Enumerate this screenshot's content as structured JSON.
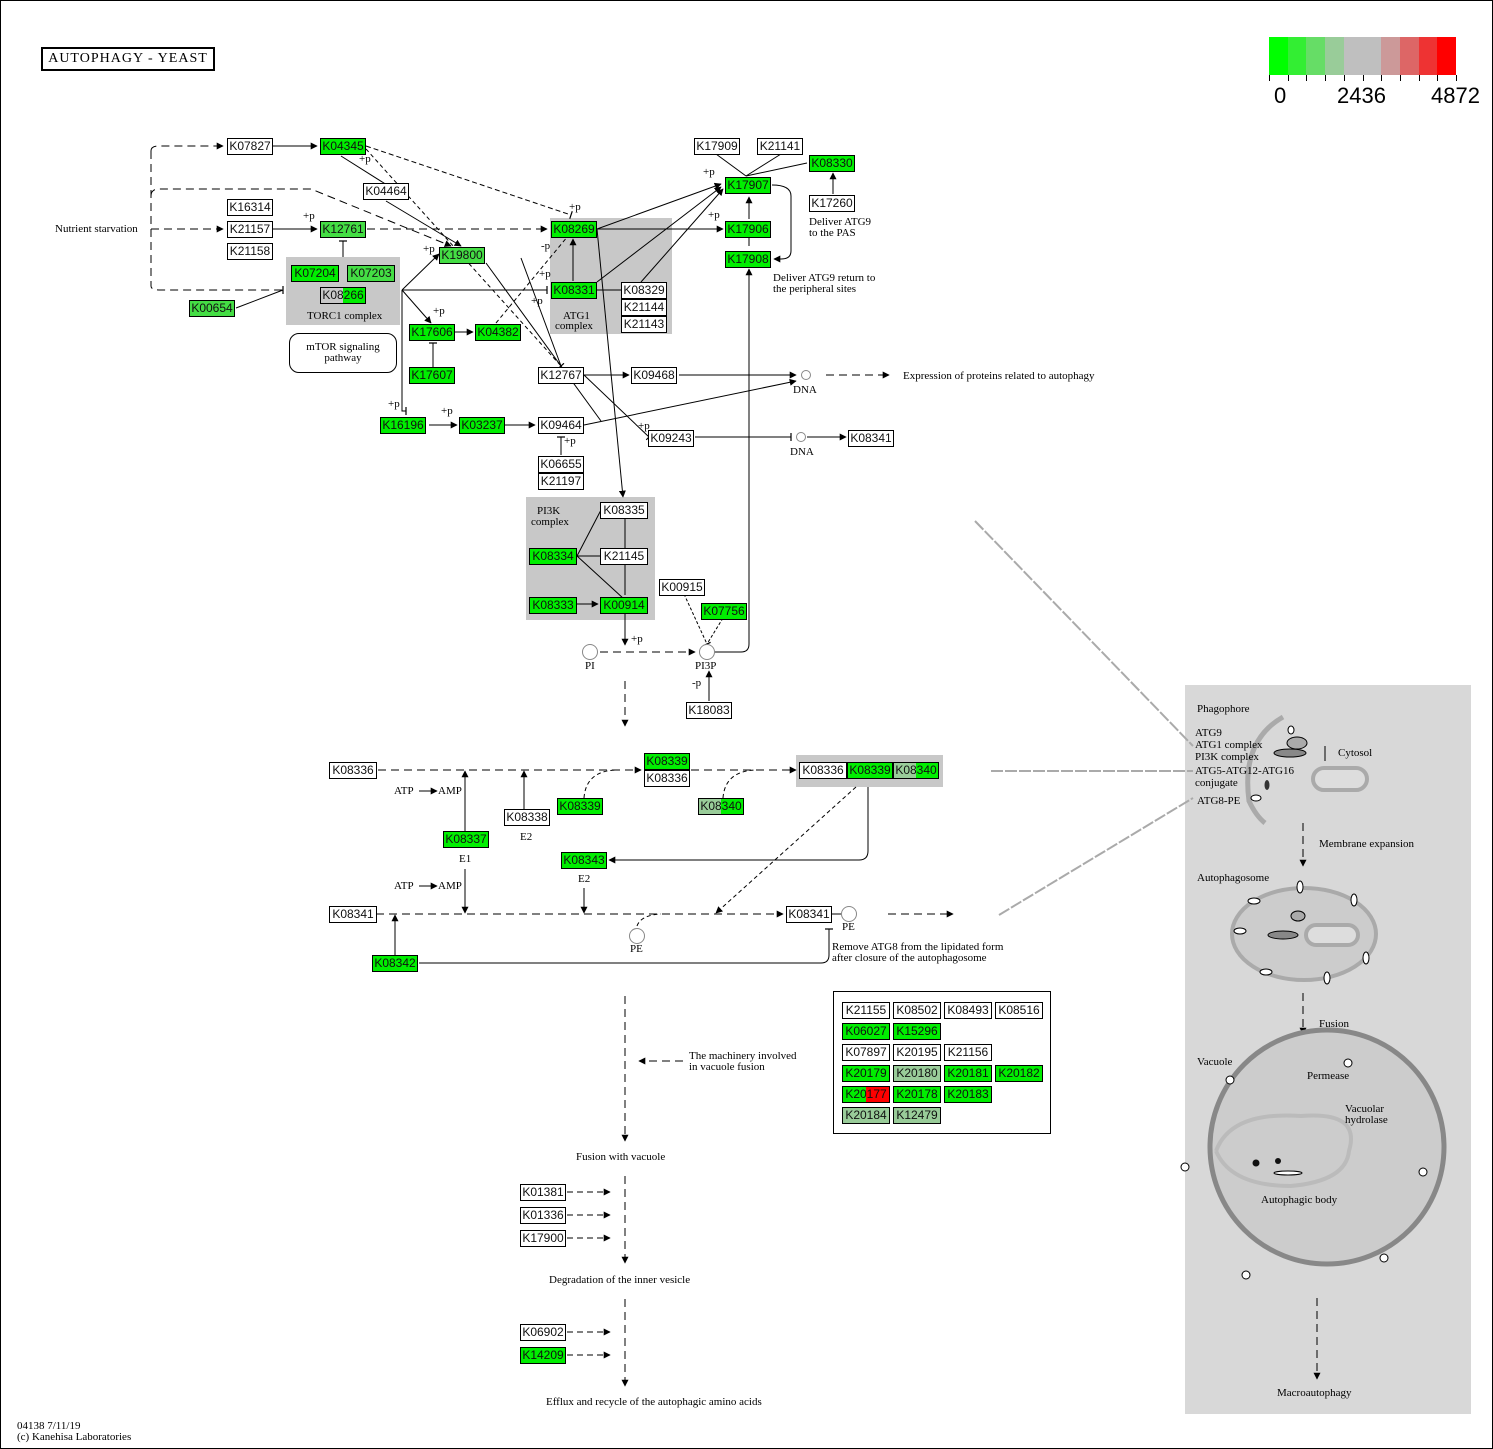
{
  "title": "AUTOPHAGY - YEAST",
  "legend": {
    "colors": [
      "#00ff00",
      "#33ee33",
      "#66dd66",
      "#99cc99",
      "#bfbfbf",
      "#bfbfbf",
      "#cc9999",
      "#dd6666",
      "#ee3333",
      "#ff0000"
    ],
    "min_label": "0",
    "mid_label": "2436",
    "max_label": "4872"
  },
  "colors": {
    "green": "#00ee00",
    "mid_green": "#44dd44",
    "pale_green": "#99cc99",
    "red": "#ff0000",
    "white": "#ffffff",
    "gray_complex": "#c8c8c8",
    "panel_gray": "#d8d8d8"
  },
  "genes": {
    "K07827": {
      "label": "K07827",
      "color": "white"
    },
    "K04345": {
      "label": "K04345",
      "color": "green"
    },
    "K04464": {
      "label": "K04464",
      "color": "white"
    },
    "K16314": {
      "label": "K16314",
      "color": "white"
    },
    "K21157": {
      "label": "K21157",
      "color": "white"
    },
    "K21158": {
      "label": "K21158",
      "color": "white"
    },
    "K12761": {
      "label": "K12761",
      "color": "mid_green"
    },
    "K07204": {
      "label": "K07204",
      "color": "green"
    },
    "K07203": {
      "label": "K07203",
      "color": "mid_green"
    },
    "K08266": {
      "label": "K08266",
      "color": "split_gray_green"
    },
    "K00654": {
      "label": "K00654",
      "color": "mid_green"
    },
    "K19800": {
      "label": "K19800",
      "color": "mid_green"
    },
    "K17606": {
      "label": "K17606",
      "color": "green"
    },
    "K04382": {
      "label": "K04382",
      "color": "green"
    },
    "K17607": {
      "label": "K17607",
      "color": "green"
    },
    "K16196": {
      "label": "K16196",
      "color": "green"
    },
    "K03237": {
      "label": "K03237",
      "color": "green"
    },
    "K08269": {
      "label": "K08269",
      "color": "green"
    },
    "K08331": {
      "label": "K08331",
      "color": "green"
    },
    "K08329": {
      "label": "K08329",
      "color": "white"
    },
    "K21144": {
      "label": "K21144",
      "color": "white"
    },
    "K21143": {
      "label": "K21143",
      "color": "white"
    },
    "K17909": {
      "label": "K17909",
      "color": "white"
    },
    "K21141": {
      "label": "K21141",
      "color": "white"
    },
    "K08330": {
      "label": "K08330",
      "color": "green"
    },
    "K17907": {
      "label": "K17907",
      "color": "green"
    },
    "K17260": {
      "label": "K17260",
      "color": "white"
    },
    "K17906": {
      "label": "K17906",
      "color": "green"
    },
    "K17908": {
      "label": "K17908",
      "color": "green"
    },
    "K12767": {
      "label": "K12767",
      "color": "white"
    },
    "K09468": {
      "label": "K09468",
      "color": "white"
    },
    "K09464": {
      "label": "K09464",
      "color": "white"
    },
    "K06655": {
      "label": "K06655",
      "color": "white"
    },
    "K21197": {
      "label": "K21197",
      "color": "white"
    },
    "K09243": {
      "label": "K09243",
      "color": "white"
    },
    "K08341_dna": {
      "label": "K08341",
      "color": "white"
    },
    "K08335": {
      "label": "K08335",
      "color": "white"
    },
    "K08334": {
      "label": "K08334",
      "color": "green"
    },
    "K21145": {
      "label": "K21145",
      "color": "white"
    },
    "K08333": {
      "label": "K08333",
      "color": "green"
    },
    "K00914": {
      "label": "K00914",
      "color": "green"
    },
    "K00915": {
      "label": "K00915",
      "color": "white"
    },
    "K07756": {
      "label": "K07756",
      "color": "green"
    },
    "K18083": {
      "label": "K18083",
      "color": "white"
    },
    "K08336_a": {
      "label": "K08336",
      "color": "white"
    },
    "K08339_top": {
      "label": "K08339",
      "color": "green"
    },
    "K08336_b": {
      "label": "K08336",
      "color": "white"
    },
    "K08339_b": {
      "label": "K08339",
      "color": "green"
    },
    "K08338": {
      "label": "K08338",
      "color": "white"
    },
    "K08340_b": {
      "label": "K08340",
      "color": "split_pale_green"
    },
    "K08337": {
      "label": "K08337",
      "color": "green"
    },
    "K08336_c": {
      "label": "K08336",
      "color": "white"
    },
    "K08339_c": {
      "label": "K08339",
      "color": "green"
    },
    "K08340_c": {
      "label": "K08340",
      "color": "split_pale_green"
    },
    "K08343": {
      "label": "K08343",
      "color": "green"
    },
    "K08341_a": {
      "label": "K08341",
      "color": "white"
    },
    "K08341_b": {
      "label": "K08341",
      "color": "white"
    },
    "K08342": {
      "label": "K08342",
      "color": "green"
    },
    "K01381": {
      "label": "K01381",
      "color": "white"
    },
    "K01336": {
      "label": "K01336",
      "color": "white"
    },
    "K17900": {
      "label": "K17900",
      "color": "white"
    },
    "K06902": {
      "label": "K06902",
      "color": "white"
    },
    "K14209": {
      "label": "K14209",
      "color": "green"
    }
  },
  "vacuole_fusion_box": {
    "rows": [
      [
        {
          "label": "K21155",
          "color": "white"
        },
        {
          "label": "K08502",
          "color": "white"
        },
        {
          "label": "K08493",
          "color": "white"
        },
        {
          "label": "K08516",
          "color": "white"
        }
      ],
      [
        {
          "label": "K06027",
          "color": "green"
        },
        {
          "label": "K15296",
          "color": "green"
        }
      ],
      [
        {
          "label": "K07897",
          "color": "white"
        },
        {
          "label": "K20195",
          "color": "white"
        },
        {
          "label": "K21156",
          "color": "white"
        }
      ],
      [
        {
          "label": "K20179",
          "color": "green"
        },
        {
          "label": "K20180",
          "color": "pale_green"
        },
        {
          "label": "K20181",
          "color": "green"
        },
        {
          "label": "K20182",
          "color": "green"
        }
      ],
      [
        {
          "label": "K20177",
          "color": "split_green_red"
        },
        {
          "label": "K20178",
          "color": "green"
        },
        {
          "label": "K20183",
          "color": "green"
        }
      ],
      [
        {
          "label": "K20184",
          "color": "pale_green"
        },
        {
          "label": "K12479",
          "color": "pale_green"
        }
      ]
    ]
  },
  "labels": {
    "nutrient_starvation": "Nutrient starvation",
    "torc1_complex": "TORC1 complex",
    "mtor_pathway": "mTOR signaling pathway",
    "atg1_complex_1": "ATG1",
    "atg1_complex_2": "complex",
    "pi3k_complex_1": "PI3K",
    "pi3k_complex_2": "complex",
    "deliver_atg9_pas_1": "Deliver ATG9",
    "deliver_atg9_pas_2": "to the PAS",
    "deliver_atg9_return_1": "Deliver ATG9 return to",
    "deliver_atg9_return_2": "the peripheral sites",
    "expression": "Expression of proteins related to autophagy",
    "dna": "DNA",
    "pi": "PI",
    "pi3p": "PI3P",
    "pe": "PE",
    "atp": "ATP",
    "amp": "AMP",
    "e1": "E1",
    "e2": "E2",
    "plus_p": "+p",
    "minus_p": "-p",
    "remove_atg8_1": "Remove ATG8 from the lipidated form",
    "remove_atg8_2": "after closure of the autophagosome",
    "vacuole_machinery_1": "The machinery involved",
    "vacuole_machinery_2": "in vacuole fusion",
    "fusion_with_vacuole": "Fusion with vacuole",
    "degradation": "Degradation of the inner vesicle",
    "efflux": "Efflux and recycle of the autophagic amino acids"
  },
  "panel": {
    "phagophore": "Phagophore",
    "atg9": "ATG9",
    "atg1": "ATG1 complex",
    "pi3k": "PI3K complex",
    "atg5": "ATG5-ATG12-ATG16",
    "conjugate": "conjugate",
    "atg8pe": "ATG8-PE",
    "cytosol": "Cytosol",
    "membrane_expansion": "Membrane expansion",
    "autophagosome": "Autophagosome",
    "fusion": "Fusion",
    "vacuole": "Vacuole",
    "permease": "Permease",
    "vacuolar_hydrolase_1": "Vacuolar",
    "vacuolar_hydrolase_2": "hydrolase",
    "autophagic_body": "Autophagic body",
    "macroautophagy": "Macroautophagy"
  },
  "footer": {
    "map_id": "04138 7/11/19",
    "copyright": "(c) Kanehisa Laboratories"
  }
}
